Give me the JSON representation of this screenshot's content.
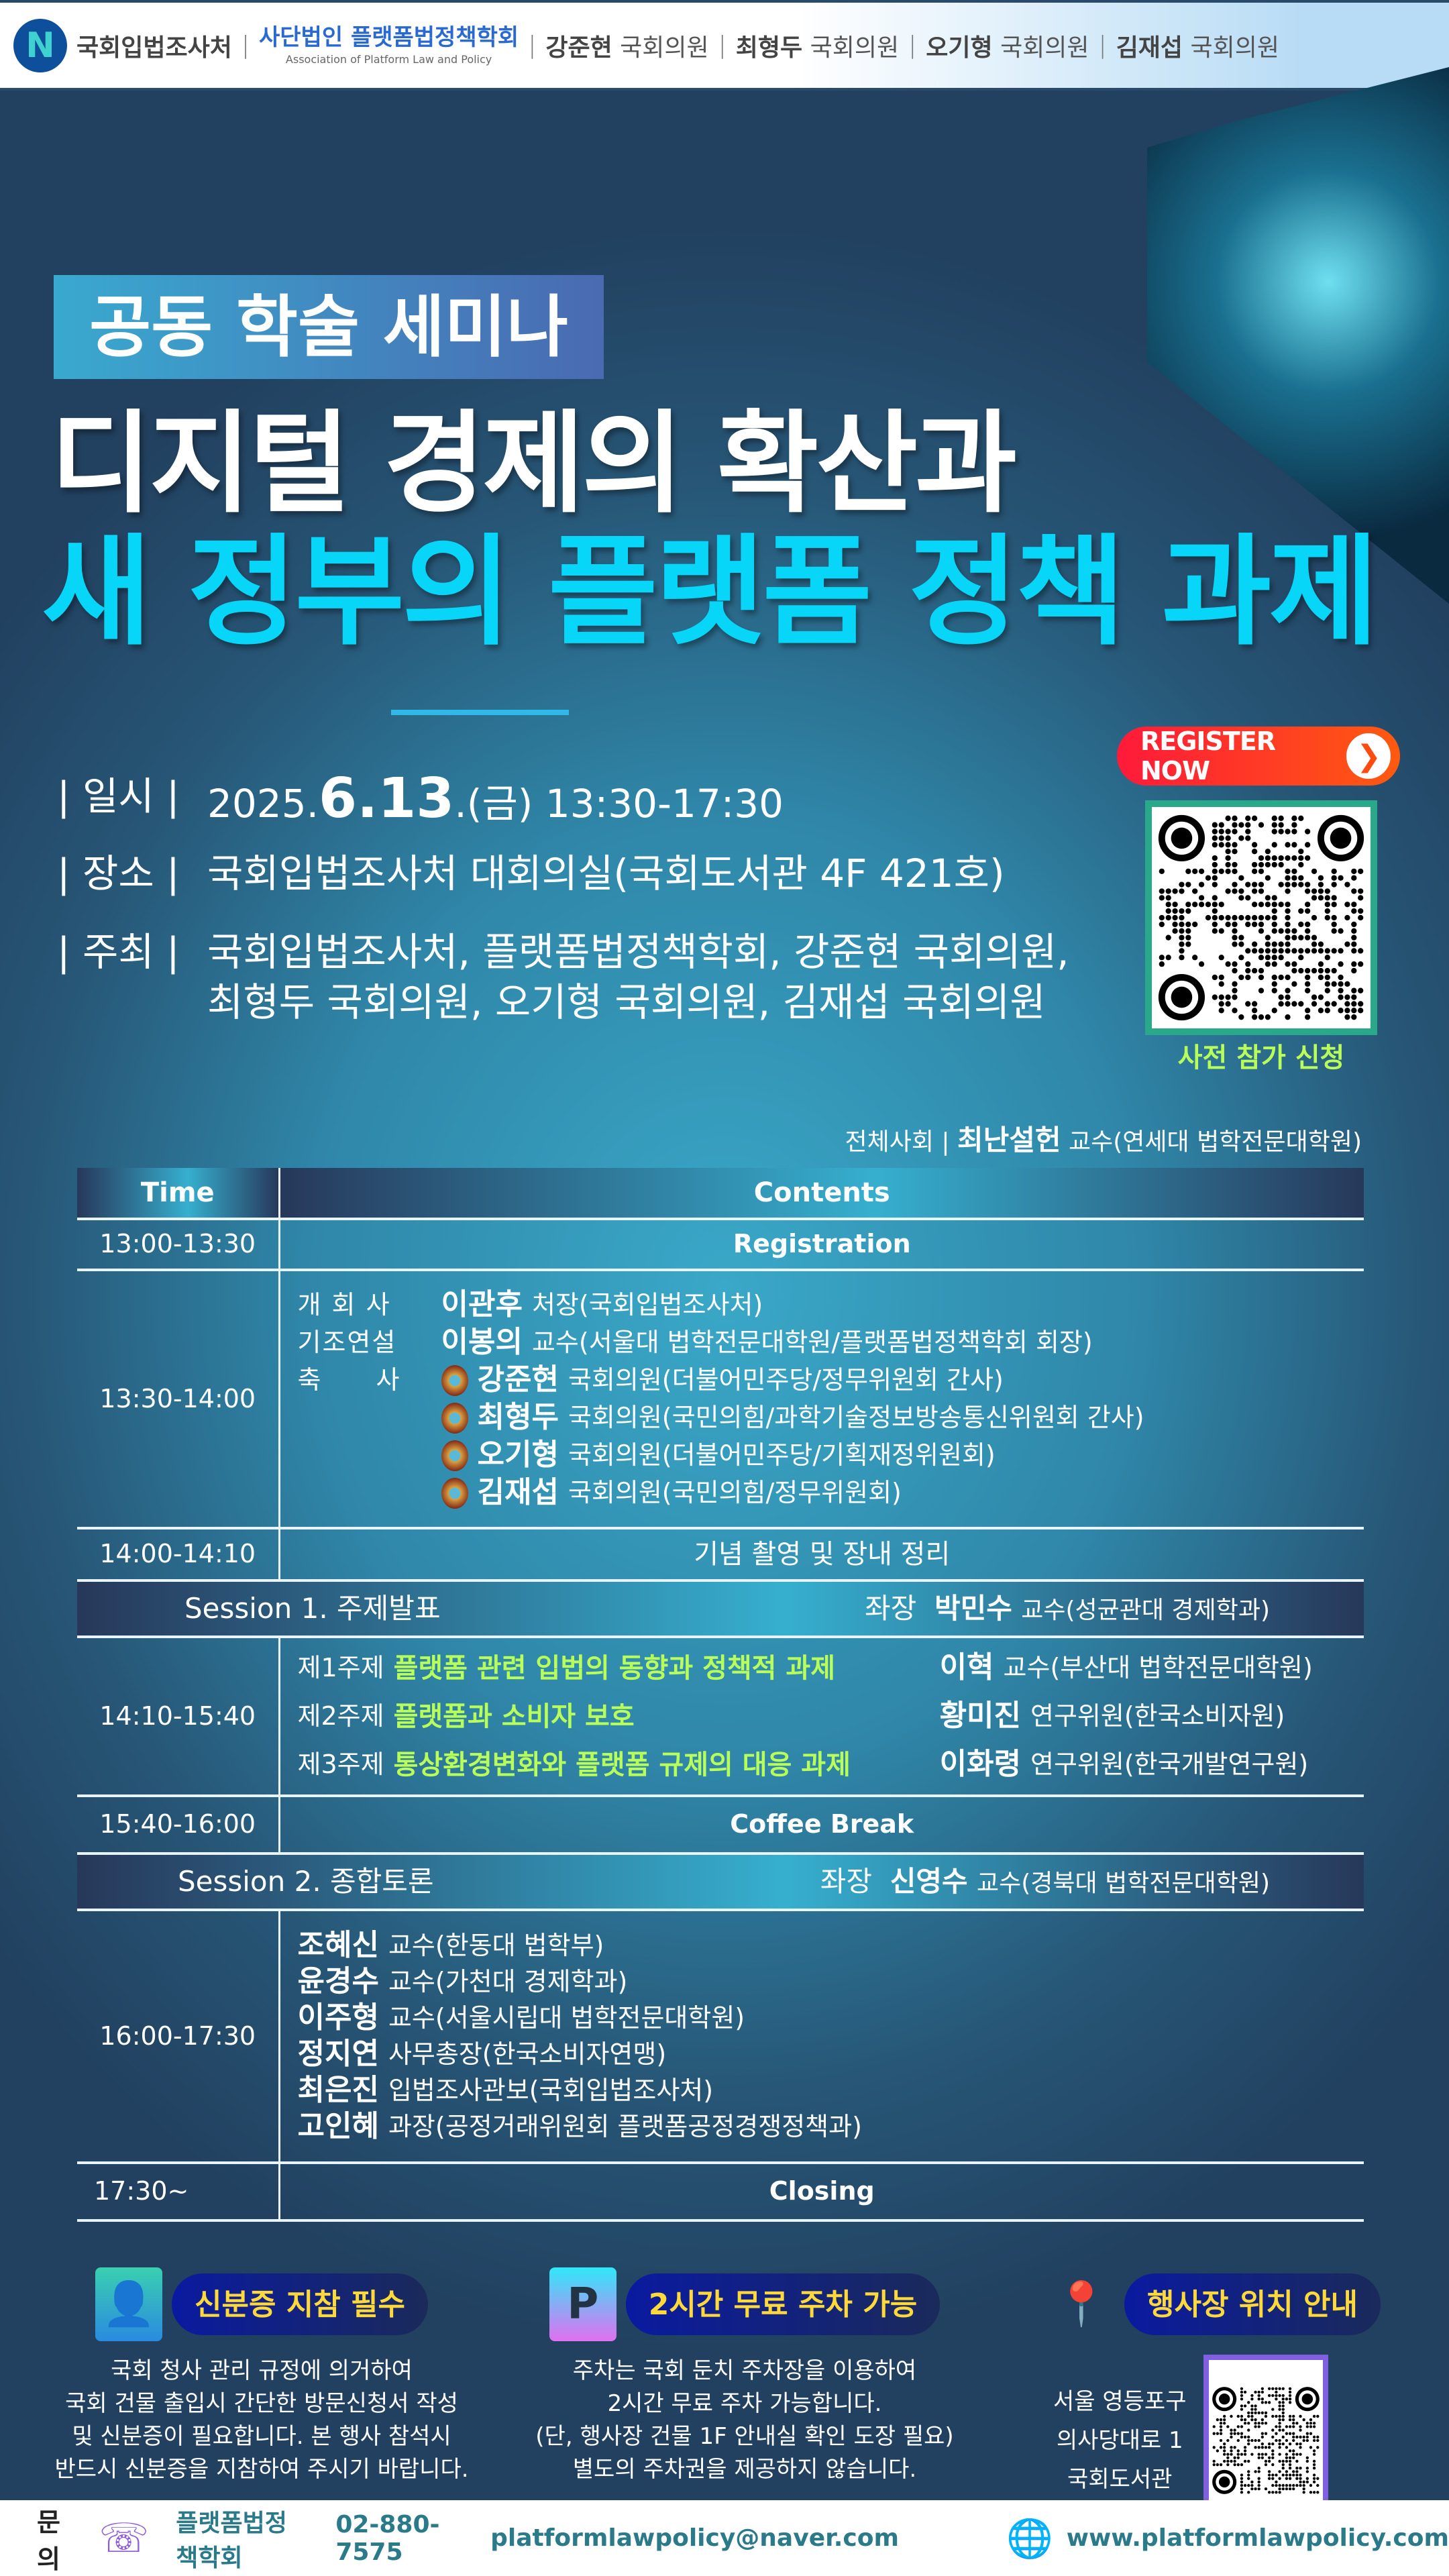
{
  "header": {
    "logo_org": "국회입법조사처",
    "apl_kr": "사단법인 플랫폼법정책학회",
    "apl_en": "Association of Platform Law and Policy",
    "members": [
      {
        "name": "강준현",
        "title": "국회의원"
      },
      {
        "name": "최형두",
        "title": "국회의원"
      },
      {
        "name": "오기형",
        "title": "국회의원"
      },
      {
        "name": "김재섭",
        "title": "국회의원"
      }
    ]
  },
  "badge": "공동 학술 세미나",
  "title_line1": "디지털 경제의 확산과",
  "title_line2": "새 정부의 플랫폼 정책 과제",
  "info": {
    "date_label": "| 일시 |",
    "date_year": "2025.",
    "date_big": "6.13",
    "date_rest": ".(금) 13:30-17:30",
    "place_label": "| 장소 |",
    "place": "국회입법조사처 대회의실(국회도서관 4F 421호)",
    "host_label": "| 주최 |",
    "host_line1": "국회입법조사처, 플랫폼법정책학회, 강준현 국회의원,",
    "host_line2": "최형두 국회의원, 오기형 국회의원, 김재섭 국회의원"
  },
  "register": {
    "label": "REGISTER NOW",
    "qr_caption": "사전 참가 신청"
  },
  "mc": {
    "label": "전체사회 |",
    "name": "최난설헌",
    "affil": "교수(연세대 법학전문대학원)"
  },
  "program": {
    "head_time": "Time",
    "head_contents": "Contents",
    "registration": {
      "time": "13:00-13:30",
      "text": "Registration"
    },
    "opening": {
      "time": "13:30-14:00",
      "lines": [
        {
          "role": "개 회 사",
          "name": "이관후",
          "affil": "처장(국회입법조사처)"
        },
        {
          "role": "기조연설",
          "name": "이봉의",
          "affil": "교수(서울대 법학전문대학원/플랫폼법정책학회 회장)"
        },
        {
          "role": "축　　사",
          "name": "강준현",
          "affil": "국회의원(더불어민주당/정무위원회 간사)"
        },
        {
          "role": "",
          "name": "최형두",
          "affil": "국회의원(국민의힘/과학기술정보방송통신위원회 간사)"
        },
        {
          "role": "",
          "name": "오기형",
          "affil": "국회의원(더불어민주당/기획재정위원회)"
        },
        {
          "role": "",
          "name": "김재섭",
          "affil": "국회의원(국민의힘/정무위원회)"
        }
      ]
    },
    "photo": {
      "time": "14:00-14:10",
      "text": "기념 촬영 및 장내 정리"
    },
    "session1": {
      "title": "Session 1. 주제발표",
      "chair_label": "좌장",
      "chair_name": "박민수",
      "chair_affil": "교수(성균관대 경제학과)"
    },
    "topics": {
      "time": "14:10-15:40",
      "items": [
        {
          "no": "제1주제",
          "title": "플랫폼 관련 입법의 동향과 정책적 과제",
          "name": "이혁",
          "affil": "교수(부산대 법학전문대학원)"
        },
        {
          "no": "제2주제",
          "title": "플랫폼과 소비자 보호",
          "name": "황미진",
          "affil": "연구위원(한국소비자원)"
        },
        {
          "no": "제3주제",
          "title": "통상환경변화와 플랫폼 규제의 대응 과제",
          "name": "이화령",
          "affil": "연구위원(한국개발연구원)"
        }
      ]
    },
    "coffee": {
      "time": "15:40-16:00",
      "text": "Coffee Break"
    },
    "session2": {
      "title": "Session 2. 종합토론",
      "chair_label": "좌장",
      "chair_name": "신영수",
      "chair_affil": "교수(경북대 법학전문대학원)"
    },
    "discussion": {
      "time": "16:00-17:30",
      "items": [
        {
          "name": "조혜신",
          "affil": "교수(한동대 법학부)"
        },
        {
          "name": "윤경수",
          "affil": "교수(가천대 경제학과)"
        },
        {
          "name": "이주형",
          "affil": "교수(서울시립대 법학전문대학원)"
        },
        {
          "name": "정지연",
          "affil": "사무총장(한국소비자연맹)"
        },
        {
          "name": "최은진",
          "affil": "입법조사관보(국회입법조사처)"
        },
        {
          "name": "고인혜",
          "affil": "과장(공정거래위원회 플랫폼공정경쟁정책과)"
        }
      ]
    },
    "closing": {
      "time": "17:30~",
      "text": "Closing"
    }
  },
  "notices": [
    {
      "title": "신분증 지참 필수",
      "icon": "id-card-icon",
      "lines": [
        "국회 청사 관리 규정에 의거하여",
        "국회 건물 출입시 간단한 방문신청서 작성",
        "및 신분증이 필요합니다. 본 행사 참석시",
        "반드시 신분증을 지참하여 주시기 바랍니다."
      ]
    },
    {
      "title": "2시간 무료 주차 가능",
      "icon": "parking-icon",
      "lines": [
        "주차는 국회 둔치 주차장을 이용하여",
        "2시간 무료 주차 가능합니다.",
        "(단, 행사장 건물 1F 안내실 확인 도장 필요)",
        "별도의 주차권을 제공하지 않습니다."
      ]
    },
    {
      "title": "행사장 위치 안내",
      "icon": "map-pin-icon",
      "lines": [
        "서울 영등포구",
        "의사당대로 1",
        "국회도서관"
      ]
    }
  ],
  "footer": {
    "label": "문의",
    "org": "플랫폼법정책학회",
    "phone": "02-880-7575",
    "email": "platformlawpolicy@naver.com",
    "website": "www.platformlawpolicy.com"
  }
}
